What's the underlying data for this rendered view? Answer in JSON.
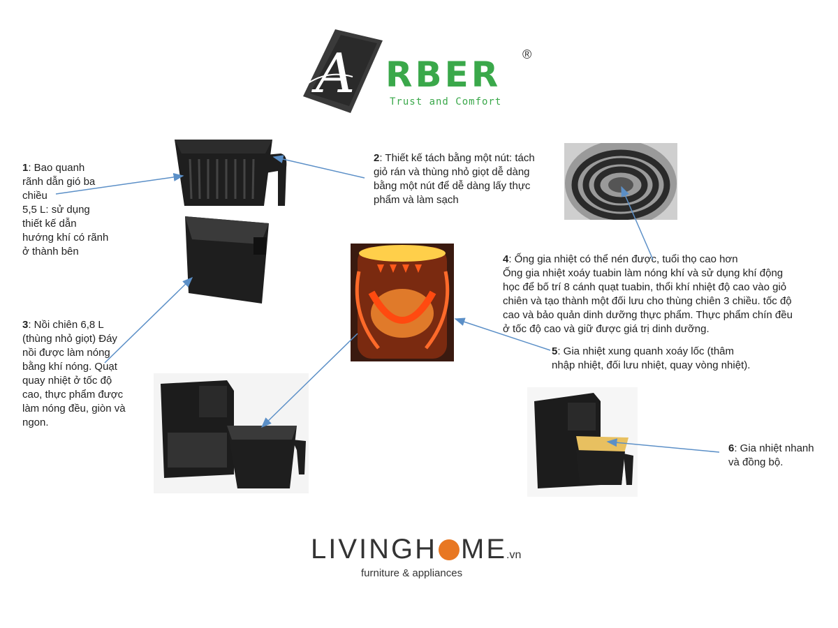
{
  "brand": {
    "name_rest": "RBER",
    "registered": "®",
    "tagline": "Trust and Comfort"
  },
  "footer": {
    "part1": "LIV",
    "part2": "INGH",
    "part3": "ME",
    "domain": ".vn",
    "tagline": "furniture & appliances"
  },
  "callouts": [
    {
      "num": "1",
      "lines": [
        ": Bao quanh",
        "rãnh dẫn gió ba",
        "chiều",
        "5,5 L: sử dụng",
        "thiết kế dẫn",
        "hướng khí có rãnh",
        "ở thành bên"
      ]
    },
    {
      "num": "2",
      "lines": [
        ": Thiết kế tách bằng một nút: tách",
        "giỏ rán và thùng nhỏ giọt dễ dàng",
        "bằng một nút để dễ dàng lấy thực",
        "phẩm và làm sạch"
      ]
    },
    {
      "num": "3",
      "lines": [
        ": Nồi chiên 6,8 L",
        "(thùng nhỏ giọt) Đáy",
        "nồi được làm nóng",
        "bằng khí nóng. Quạt",
        "quay nhiệt ở tốc độ",
        "cao, thực phẩm được",
        "làm nóng đều, giòn và",
        "ngon."
      ]
    },
    {
      "num": "4",
      "lines": [
        ": Ống gia nhiệt có thể nén được, tuổi thọ cao hơn",
        "Ống gia nhiệt xoáy tuabin làm nóng khí và sử dụng khí động",
        "học để bố trí 8 cánh quạt tuabin, thổi khí nhiệt độ cao vào giỏ",
        "chiên và tạo thành một đối lưu cho thùng chiên 3 chiều. tốc độ",
        "cao và bảo quản dinh dưỡng thực phẩm. Thực phẩm chín đều",
        "ở tốc độ cao và giữ được giá trị dinh dưỡng."
      ]
    },
    {
      "num": "5",
      "lines": [
        ": Gia nhiệt xung quanh xoáy lốc (thâm",
        "nhập nhiệt, đối lưu nhiệt, quay vòng nhiệt)."
      ]
    },
    {
      "num": "6",
      "lines": [
        ": Gia nhiệt nhanh",
        "và đồng bộ."
      ]
    }
  ],
  "colors": {
    "brand_green": "#3aa84a",
    "arrow_blue": "#5b8fc7",
    "product_black": "#1e1e1e",
    "heat_orange": "#e8521c",
    "footer_orange": "#e87722"
  }
}
